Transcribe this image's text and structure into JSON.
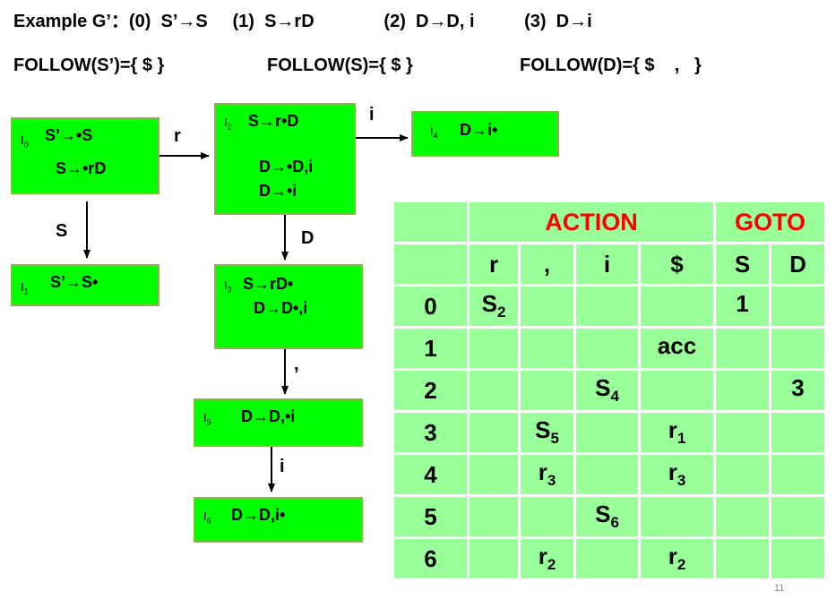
{
  "grammar": {
    "line": "Example G’：(0)  S’→S     (1)  S→rD              (2)  D→D, i          (3)  D→i"
  },
  "follow": {
    "s_prime": "FOLLOW(S’)={ $ }",
    "s": "FOLLOW(S)={ $ }",
    "d": "FOLLOW(D)={ $    ,   }"
  },
  "states": {
    "i0": {
      "name": "I",
      "num": "0",
      "items": [
        "S’→•S",
        "S→•rD"
      ]
    },
    "i1": {
      "name": "I",
      "num": "1",
      "items": [
        "S’→S•"
      ]
    },
    "i2": {
      "name": "I",
      "num": "2",
      "items": [
        "S→r•D",
        "D→•D,i",
        "D→•i"
      ]
    },
    "i3": {
      "name": "I",
      "num": "3",
      "items": [
        "S→rD•",
        "D→D•,i"
      ]
    },
    "i4": {
      "name": "I",
      "num": "4",
      "items": [
        "D→i•"
      ]
    },
    "i5": {
      "name": "I",
      "num": "5",
      "items": [
        "D→D,•i"
      ]
    },
    "i6": {
      "name": "I",
      "num": "6",
      "items": [
        "D→D,i•"
      ]
    }
  },
  "transitions": {
    "t0_2": "r",
    "t0_1": "S",
    "t2_4": "i",
    "t2_3": "D",
    "t3_5": ",",
    "t5_6": "i"
  },
  "table": {
    "action_header": "ACTION",
    "goto_header": "GOTO",
    "columns": [
      "r",
      ",",
      "i",
      "$",
      "S",
      "D"
    ],
    "rows": [
      {
        "state": "0",
        "cells": [
          [
            "S",
            "2"
          ],
          [
            "",
            ""
          ],
          [
            "",
            ""
          ],
          [
            "",
            ""
          ],
          [
            "1",
            ""
          ],
          [
            "",
            ""
          ]
        ]
      },
      {
        "state": "1",
        "cells": [
          [
            "",
            ""
          ],
          [
            "",
            ""
          ],
          [
            "",
            ""
          ],
          [
            "acc",
            ""
          ],
          [
            "",
            ""
          ],
          [
            "",
            ""
          ]
        ]
      },
      {
        "state": "2",
        "cells": [
          [
            "",
            ""
          ],
          [
            "",
            ""
          ],
          [
            "S",
            "4"
          ],
          [
            "",
            ""
          ],
          [
            "",
            ""
          ],
          [
            "3",
            ""
          ]
        ]
      },
      {
        "state": "3",
        "cells": [
          [
            "",
            ""
          ],
          [
            "S",
            "5"
          ],
          [
            "",
            ""
          ],
          [
            "r",
            "1"
          ],
          [
            "",
            ""
          ],
          [
            "",
            ""
          ]
        ]
      },
      {
        "state": "4",
        "cells": [
          [
            "",
            ""
          ],
          [
            "r",
            "3"
          ],
          [
            "",
            ""
          ],
          [
            "r",
            "3"
          ],
          [
            "",
            ""
          ],
          [
            "",
            ""
          ]
        ]
      },
      {
        "state": "5",
        "cells": [
          [
            "",
            ""
          ],
          [
            "",
            ""
          ],
          [
            "S",
            "6"
          ],
          [
            "",
            ""
          ],
          [
            "",
            ""
          ],
          [
            "",
            ""
          ]
        ]
      },
      {
        "state": "6",
        "cells": [
          [
            "",
            ""
          ],
          [
            "r",
            "2"
          ],
          [
            "",
            ""
          ],
          [
            "r",
            "2"
          ],
          [
            "",
            ""
          ],
          [
            "",
            ""
          ]
        ]
      }
    ]
  },
  "page_number": "11"
}
